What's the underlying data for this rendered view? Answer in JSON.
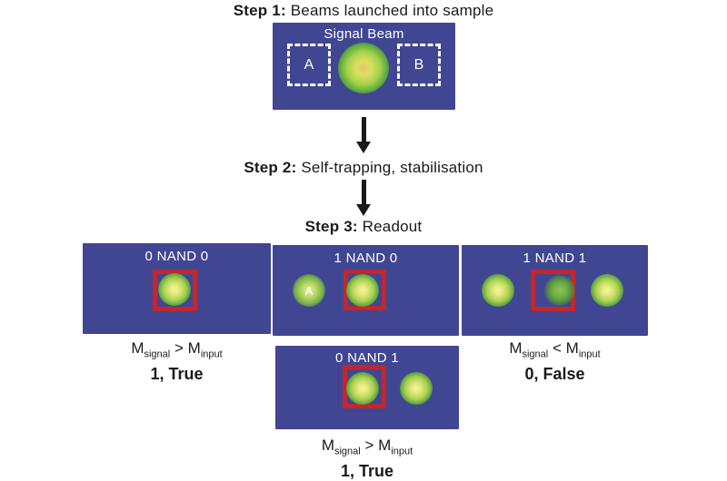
{
  "figure": {
    "step1": {
      "label": "Step 1:",
      "text": "Beams launched into sample"
    },
    "step2": {
      "label": "Step 2:",
      "text": "Self-trapping, stabilisation"
    },
    "step3": {
      "label": "Step 3:",
      "text": "Readout"
    }
  },
  "signal_panel": {
    "title": "Signal Beam",
    "input_a": "A",
    "input_b": "B"
  },
  "readout": {
    "nand00": {
      "title": "0 NAND 0"
    },
    "nand10": {
      "title": "1 NAND 0",
      "input_dot_label": "A"
    },
    "nand11": {
      "title": "1 NAND 1"
    },
    "nand01": {
      "title": "0 NAND 1"
    }
  },
  "results": {
    "nand00": {
      "m": "M",
      "sub_signal": "signal",
      "op": ">",
      "sub_input": "input",
      "verdict": "1, True"
    },
    "nand11": {
      "m": "M",
      "sub_signal": "signal",
      "op": "<",
      "sub_input": "input",
      "verdict": "0, False"
    },
    "nand01": {
      "m": "M",
      "sub_signal": "signal",
      "op": ">",
      "sub_input": "input",
      "verdict": "1, True"
    }
  },
  "colors": {
    "panel_background": "#414693",
    "readout_marker_red": "#c1272d",
    "beam_core_bright": "#f5f49f",
    "beam_core_orange": "#ecc268",
    "beam_halo_green": "#64ab3d",
    "text_dark": "#1a1a1a",
    "text_white": "#ffffff"
  }
}
